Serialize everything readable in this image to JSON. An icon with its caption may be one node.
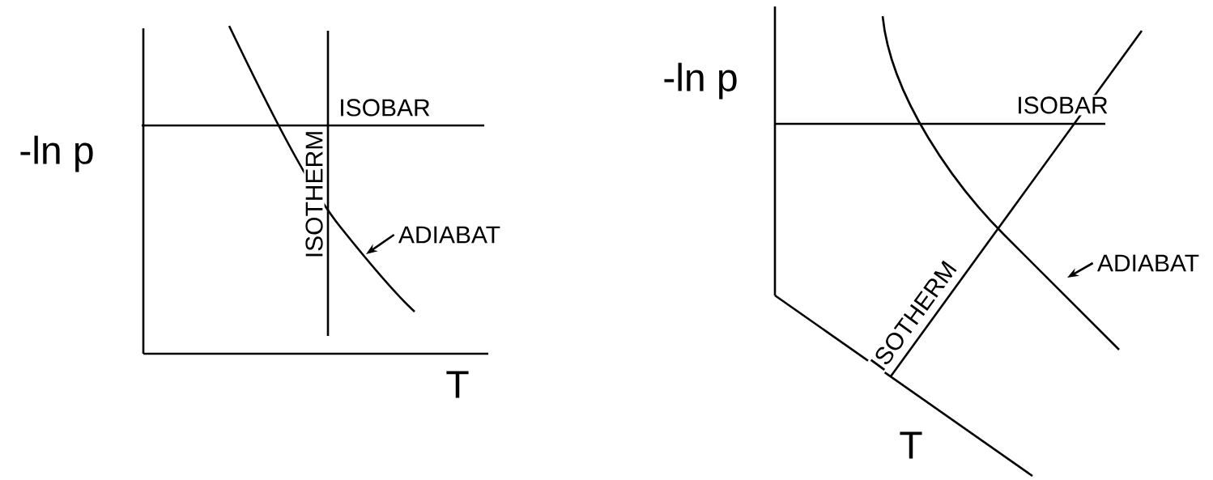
{
  "diagram": {
    "nodes": [
      {
        "text": [
          "ADIABAT"
        ]
      },
      {
        "text": [
          "ADIABAT"
        ]
      }
    ],
    "edges": [
      {
        "from": 0,
        "to": null,
        "arrow": "to"
      },
      {
        "from": 1,
        "to": null,
        "arrow": "to"
      }
    ],
    "labels": [
      "-ln p",
      "ISOBAR",
      "ISOTHERM",
      "T",
      "-ln p",
      "ISOBAR",
      "ISOTHERM",
      "T"
    ]
  }
}
